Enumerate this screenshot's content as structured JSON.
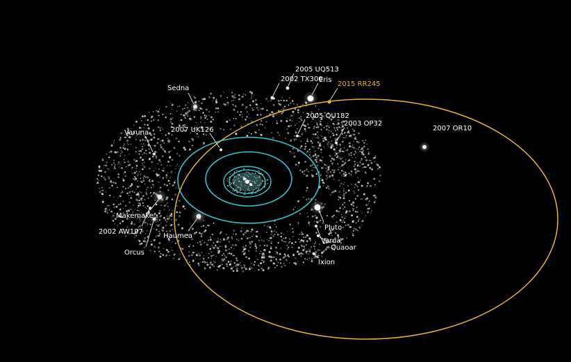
{
  "colors": {
    "background": "#000000",
    "orbit_cyan": "#2fc6cf",
    "orbit_highlight": "#e8b530",
    "label": "#ffffff",
    "dot": "#d8d8d8"
  },
  "highlight": {
    "name": "2015 RR245"
  },
  "objects": [
    {
      "id": "sedna",
      "name": "Sedna"
    },
    {
      "id": "2002-tx300",
      "name": "2002 TX300"
    },
    {
      "id": "2005-uq513",
      "name": "2005 UQ513"
    },
    {
      "id": "eris",
      "name": "Eris"
    },
    {
      "id": "varuna",
      "name": "Varuna"
    },
    {
      "id": "2007-uk126",
      "name": "2007 UK126"
    },
    {
      "id": "2005-qu182",
      "name": "2005 QU182"
    },
    {
      "id": "2003-op32",
      "name": "2003 OP32"
    },
    {
      "id": "2007-or10",
      "name": "2007 OR10"
    },
    {
      "id": "makemake",
      "name": "Makemake"
    },
    {
      "id": "2002-aw197",
      "name": "2002 AW197"
    },
    {
      "id": "haumea",
      "name": "Haumea"
    },
    {
      "id": "orcus",
      "name": "Orcus"
    },
    {
      "id": "pluto",
      "name": "Pluto"
    },
    {
      "id": "varda",
      "name": "Varda"
    },
    {
      "id": "quaoar",
      "name": "Quaoar"
    },
    {
      "id": "ixion",
      "name": "Ixion"
    }
  ]
}
